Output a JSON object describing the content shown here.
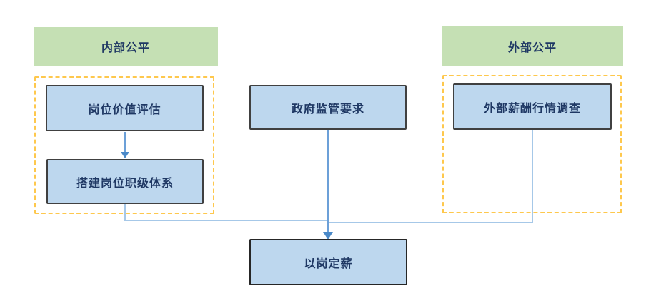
{
  "diagram": {
    "type": "flowchart",
    "headers": {
      "internal": "内部公平",
      "external": "外部公平"
    },
    "nodes": {
      "job_value_evaluation": "岗位价值评估",
      "job_rank_system": "搭建岗位职级体系",
      "government_regulation": "政府监管要求",
      "external_salary_survey": "外部薪酬行情调查",
      "salary_by_position": "以岗定薪"
    },
    "groups": [
      {
        "header": "内部公平",
        "members": [
          "岗位价值评估",
          "搭建岗位职级体系"
        ]
      },
      {
        "header": "外部公平",
        "members": [
          "外部薪酬行情调查"
        ]
      }
    ],
    "connections": [
      {
        "from": "岗位价值评估",
        "to": "搭建岗位职级体系",
        "arrow": true
      },
      {
        "from": "搭建岗位职级体系",
        "to": "以岗定薪",
        "arrow": true
      },
      {
        "from": "政府监管要求",
        "to": "以岗定薪",
        "arrow": true
      },
      {
        "from": "外部薪酬行情调查",
        "to": "以岗定薪",
        "arrow": true
      }
    ],
    "colors": {
      "header_fill": "#c5e0b4",
      "node_fill": "#bdd7ee",
      "node_border": "#404040",
      "result_node_border": "#262626",
      "dashed_group_border": "#fec84d",
      "connector_light": "#a6c8e8",
      "connector_strong": "#6ca0d8",
      "arrowhead": "#4a89c8",
      "text": "#1f3864",
      "background": "#ffffff"
    }
  }
}
